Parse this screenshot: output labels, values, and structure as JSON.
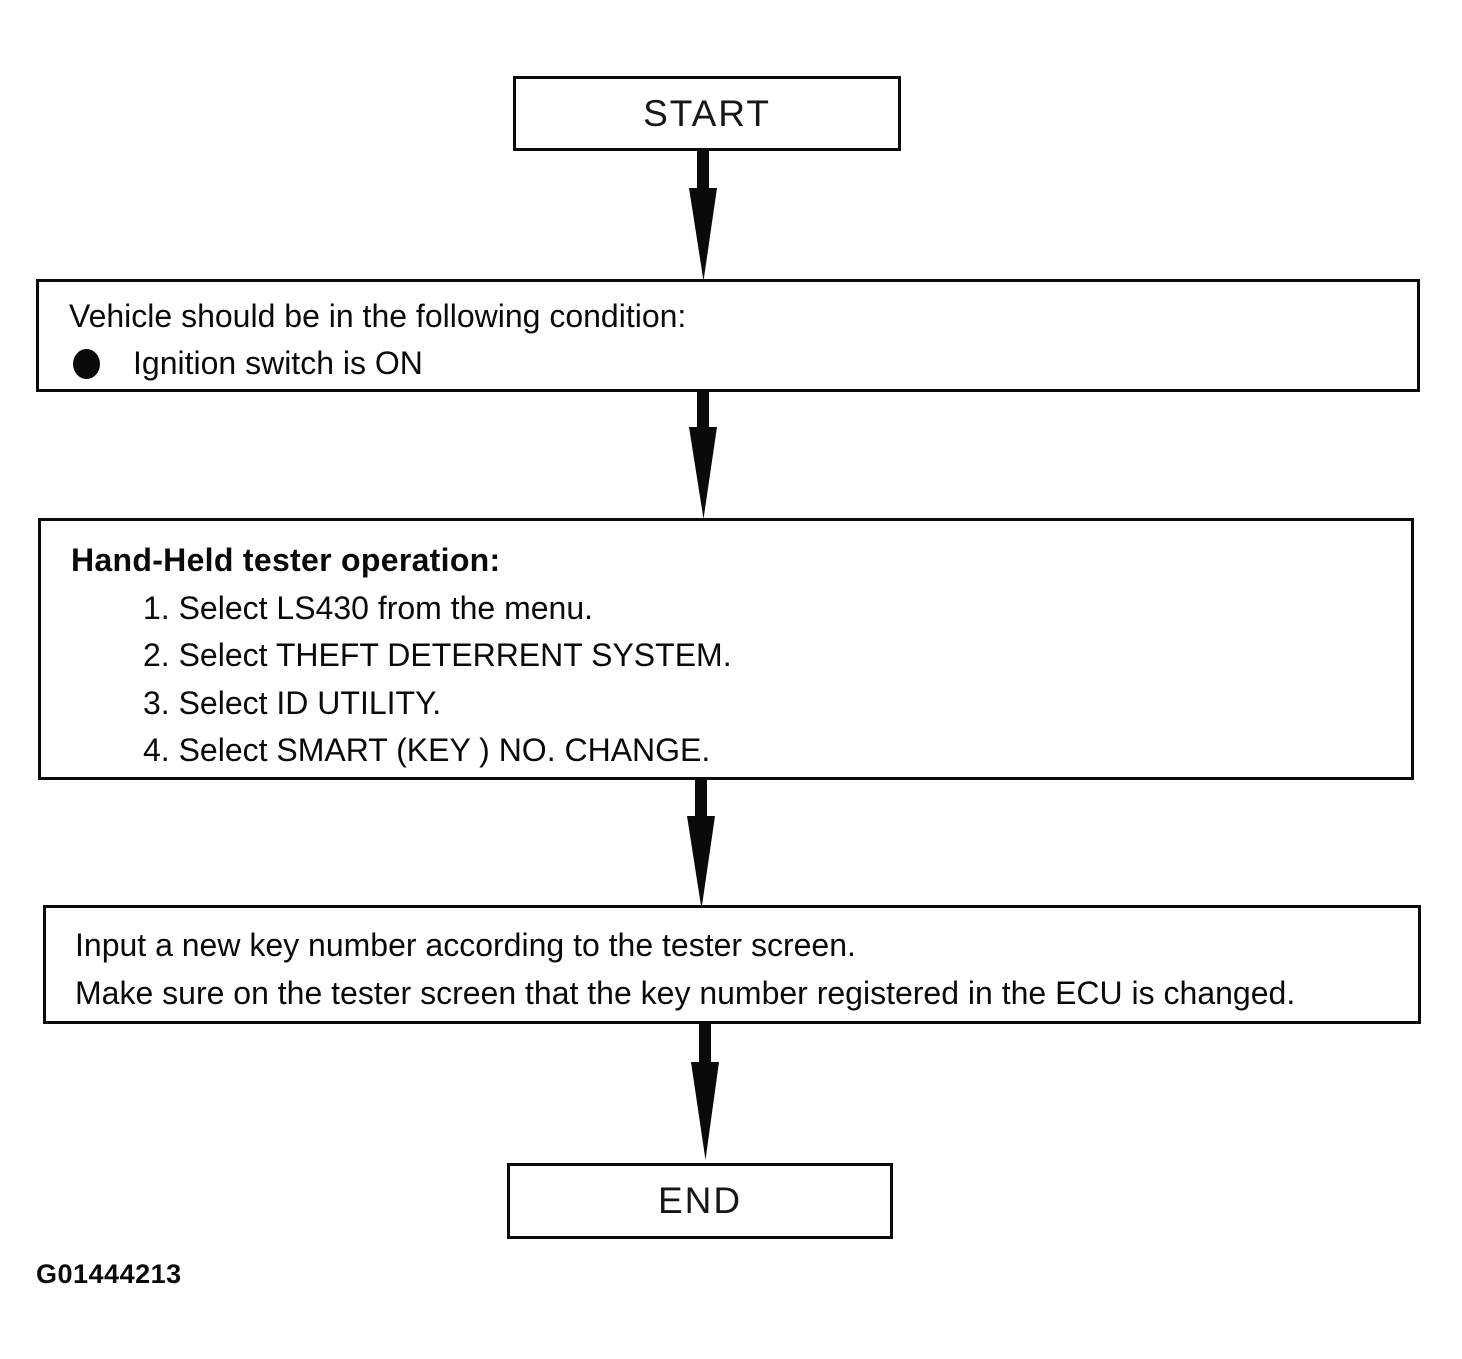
{
  "figure_id": "G01444213",
  "colors": {
    "ink": "#0a0a0a",
    "background": "#ffffff"
  },
  "flowchart": {
    "start_label": "START",
    "condition_box": {
      "title": "Vehicle should be in the following condition:",
      "bullet_items": [
        "Ignition switch is ON"
      ]
    },
    "tester_box": {
      "title": "Hand-Held tester operation:",
      "steps": [
        "1. Select LS430 from the menu.",
        "2. Select THEFT DETERRENT SYSTEM.",
        "3. Select ID UTILITY.",
        "4. Select SMART (KEY ) NO. CHANGE."
      ]
    },
    "input_box": {
      "lines": [
        "Input a new key number according to the tester screen.",
        "Make sure on the tester screen that the key number registered in the ECU is changed."
      ]
    },
    "end_label": "END"
  }
}
